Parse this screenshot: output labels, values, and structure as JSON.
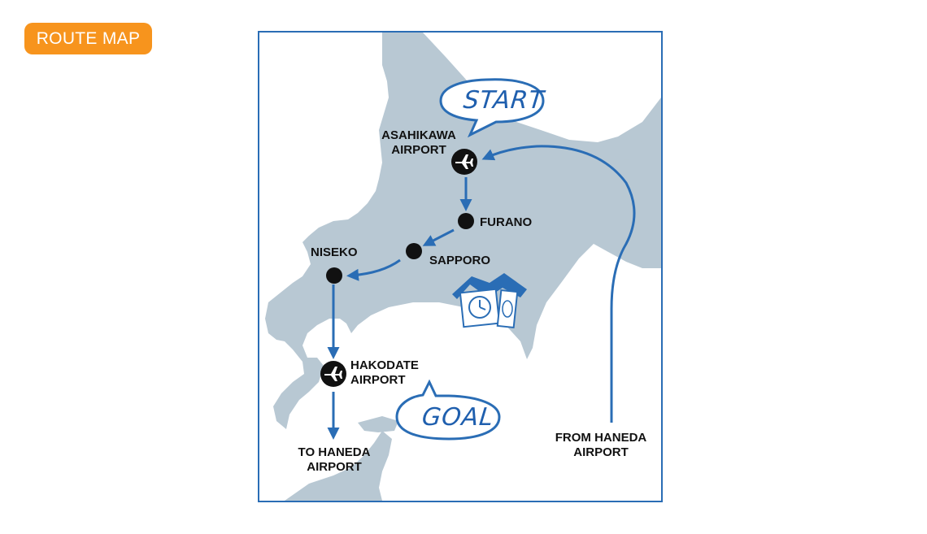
{
  "header": {
    "badge_label": "ROUTE MAP",
    "badge_color": "#f7941d"
  },
  "map": {
    "land_color": "#b8c8d3",
    "route_color": "#2a6db5",
    "bubbles": {
      "start": "START",
      "goal": "GOAL"
    },
    "places": {
      "asahikawa": [
        "ASAHIKAWA",
        "AIRPORT"
      ],
      "furano": "FURANO",
      "sapporo": "SAPPORO",
      "niseko": "NISEKO",
      "hakodate": [
        "HAKODATE",
        "AIRPORT"
      ],
      "to_haneda": [
        "TO HANEDA",
        "AIRPORT"
      ],
      "from_haneda": [
        "FROM HANEDA",
        "AIRPORT"
      ]
    },
    "icons": [
      "airport-icon",
      "clock-tower-icon"
    ]
  }
}
